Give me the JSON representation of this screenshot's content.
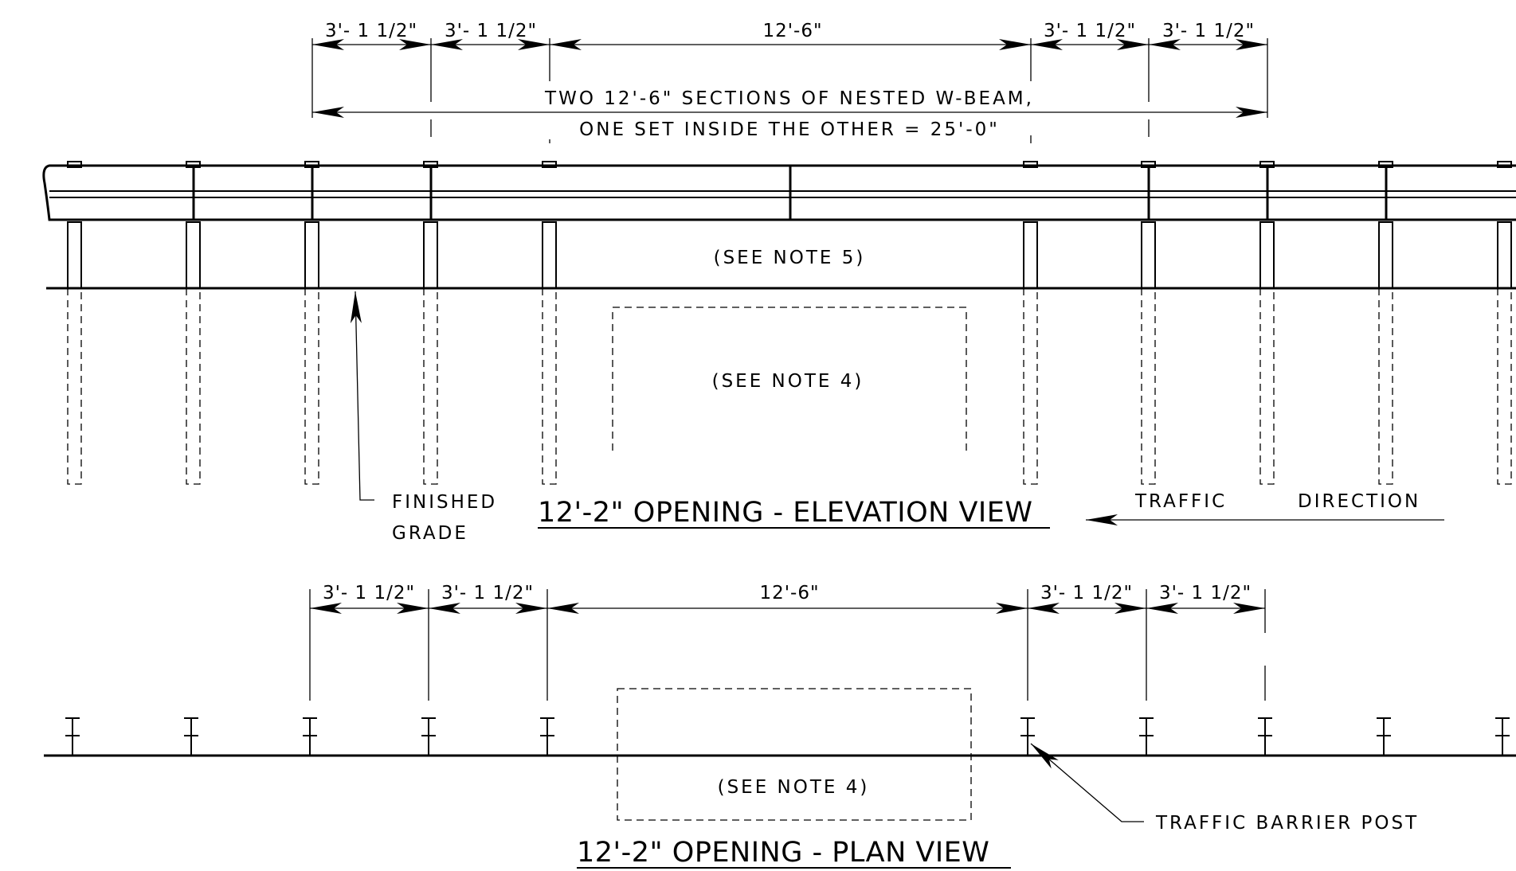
{
  "dimensions": {
    "post_spacing": "3'- 1 1/2\"",
    "nested_section": "12'-6\""
  },
  "notes": {
    "nested_line_1": "TWO  12'-6\"  SECTIONS  OF  NESTED  W-BEAM,",
    "nested_line_2": "ONE  SET  INSIDE  THE  OTHER = 25'-0\"",
    "see_note_5": "(SEE  NOTE  5)",
    "see_note_4": "(SEE  NOTE  4)",
    "finished_grade_1": "FINISHED",
    "finished_grade_2": "GRADE",
    "traffic": "TRAFFIC",
    "direction": "DIRECTION",
    "traffic_barrier_post": "TRAFFIC  BARRIER  POST"
  },
  "titles": {
    "elevation": "12'-2\"  OPENING  -  ELEVATION  VIEW",
    "plan": "12'-2\"  OPENING  -  PLAN  VIEW"
  },
  "colors": {
    "ink": "#000000",
    "paper": "#ffffff"
  }
}
